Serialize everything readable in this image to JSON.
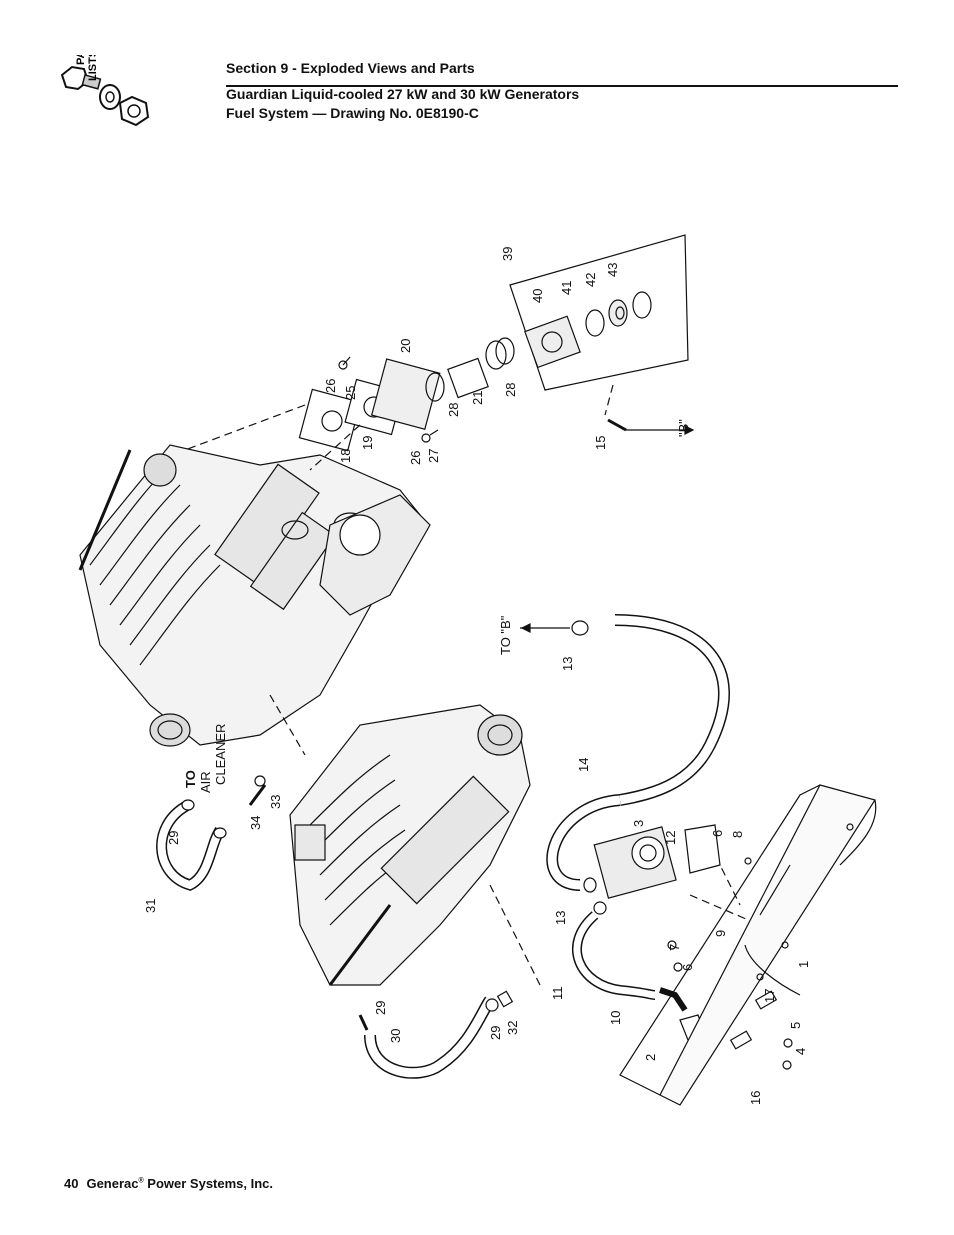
{
  "logo": {
    "line1": "PARTS",
    "line2": "LISTS"
  },
  "header": {
    "section": "Section 9 - Exploded Views and Parts",
    "title": "Guardian Liquid-cooled 27 kW and 30 kW Generators",
    "drawing": "Fuel System — Drawing No. 0E8190-C"
  },
  "diagram": {
    "callouts": [
      "1",
      "2",
      "3",
      "4",
      "5",
      "6",
      "6",
      "7",
      "8",
      "9",
      "10",
      "11",
      "12",
      "13",
      "13",
      "14",
      "15",
      "16",
      "17",
      "18",
      "19",
      "20",
      "21",
      "25",
      "26",
      "26",
      "27",
      "28",
      "28",
      "29",
      "29",
      "29",
      "30",
      "31",
      "32",
      "33",
      "34",
      "39",
      "40",
      "41",
      "42",
      "43"
    ],
    "labels": {
      "to_b": "TO \"B\"",
      "b": "\"B\"",
      "to_air_1": "TO",
      "to_air_2": "AIR",
      "to_air_3": "CLEANER"
    }
  },
  "footer": {
    "page": "40",
    "company_pre": "Generac",
    "reg": "®",
    "company_post": " Power Systems, Inc."
  }
}
